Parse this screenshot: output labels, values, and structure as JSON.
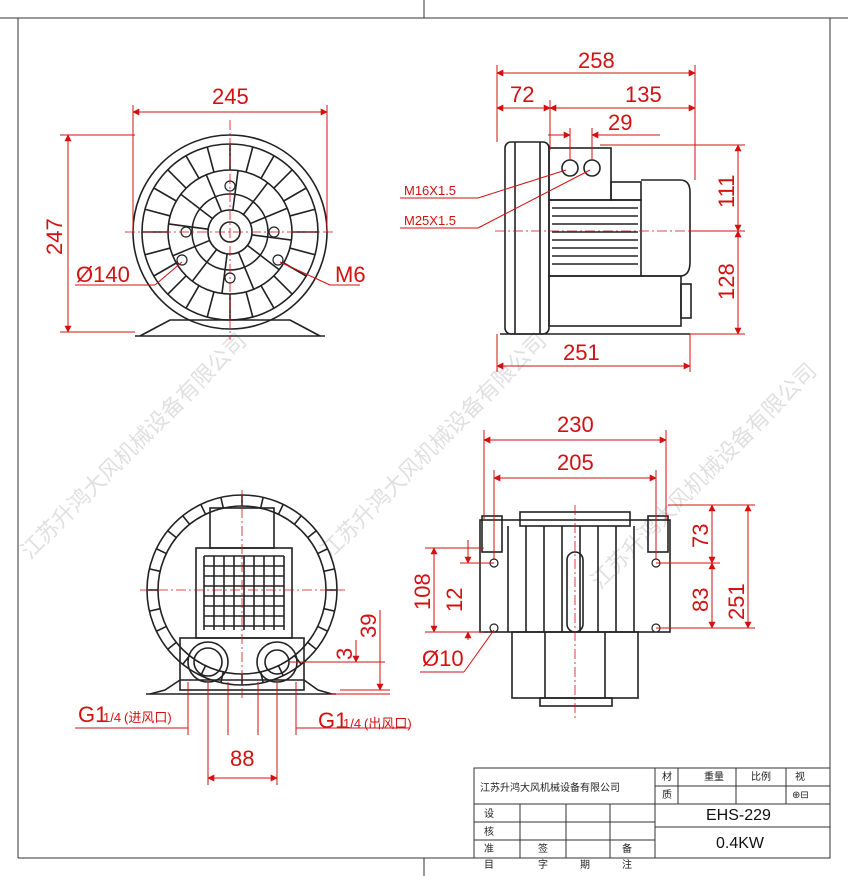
{
  "watermark": "江苏升鸿大风机械设备有限公司",
  "front_view": {
    "width_dim": "245",
    "height_dim": "247",
    "dia_dim": "Ø140",
    "bolt_dim": "M6"
  },
  "side_view": {
    "total_width_dim": "258",
    "dim_72": "72",
    "dim_135": "135",
    "dim_29": "29",
    "dim_111": "111",
    "dim_128": "128",
    "bottom_dim": "251",
    "thread_1": "M16X1.5",
    "thread_2": "M25X1.5"
  },
  "rear_view": {
    "dim_39": "39",
    "dim_3": "3",
    "dim_88": "88",
    "inlet_label": "G1",
    "inlet_sup": "1/4",
    "inlet_text": "(进风口)",
    "outlet_label": "G1",
    "outlet_sup": "1/4",
    "outlet_text": "(出风口)"
  },
  "top_view": {
    "dim_230": "230",
    "dim_205": "205",
    "dim_108": "108",
    "dim_12": "12",
    "dia_10": "Ø10",
    "dim_73": "73",
    "dim_83": "83",
    "dim_251": "251"
  },
  "title_block": {
    "company": "江苏升鸿大风机械设备有限公司",
    "material_top": "材",
    "material_bottom": "质",
    "weight": "重量",
    "scale": "比例",
    "view_top": "视",
    "view_sym": "⊕⊟",
    "design": "设",
    "check": "核",
    "std": "准",
    "row_sign": "签",
    "row_note": "备",
    "foot_1": "目",
    "foot_2": "字",
    "foot_3": "期",
    "foot_4": "注",
    "model": "EHS-229",
    "power": "0.4KW"
  }
}
